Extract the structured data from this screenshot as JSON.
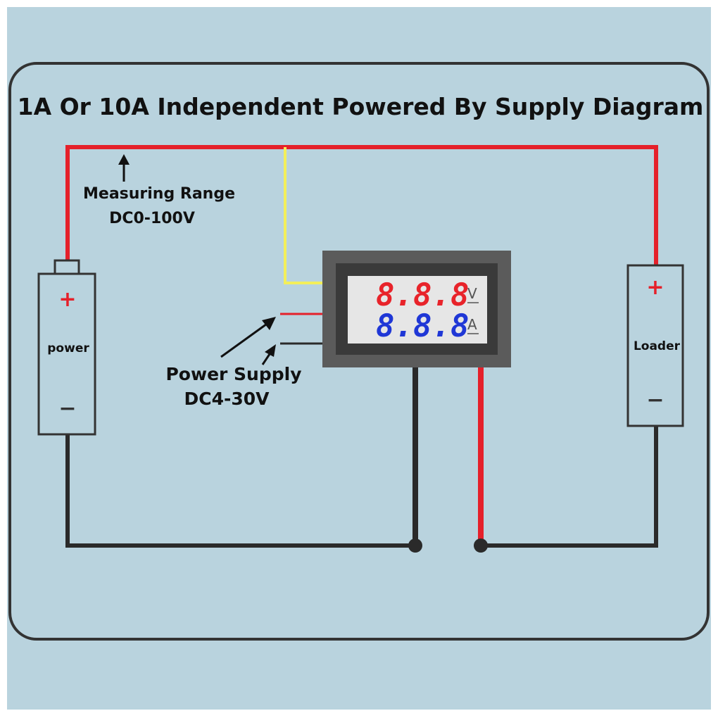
{
  "title": "1A Or 10A Independent Powered By Supply Diagram",
  "measuring_range": {
    "line1": "Measuring Range",
    "line2": "DC0-100V"
  },
  "power_supply": {
    "line1": "Power Supply",
    "line2": "DC4-30V"
  },
  "battery": {
    "label": "power",
    "plus": "+",
    "minus": "−"
  },
  "loader": {
    "label": "Loader",
    "plus": "+",
    "minus": "−"
  },
  "meter": {
    "voltage_digits": "8.8.8",
    "voltage_unit": "V",
    "current_digits": "8.8.8",
    "current_unit": "A"
  },
  "colors": {
    "background": "#b9d3de",
    "red_wire": "#e5202a",
    "yellow_wire": "#f3ef5a",
    "black_wire": "#2a2a2a",
    "voltage_display": "#e8232a",
    "current_display": "#1f37d6"
  }
}
